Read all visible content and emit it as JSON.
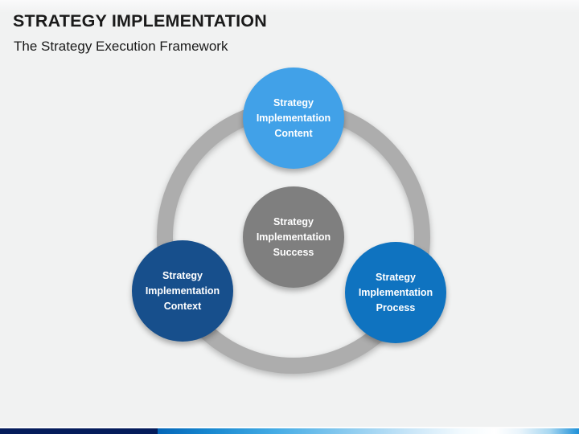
{
  "header": {
    "title": "STRATEGY IMPLEMENTATION",
    "subtitle": "The Strategy Execution Framework"
  },
  "diagram": {
    "center": {
      "lines": [
        "Strategy",
        "Implementation",
        "Success"
      ]
    },
    "nodes": {
      "top": {
        "lines": [
          "Strategy",
          "Implementation",
          "Content"
        ]
      },
      "left": {
        "lines": [
          "Strategy",
          "Implementation",
          "Context"
        ]
      },
      "right": {
        "lines": [
          "Strategy",
          "Implementation",
          "Process"
        ]
      }
    }
  },
  "colors": {
    "bg": "#F1F2F2",
    "title": "#1A1A1A",
    "node-text": "#FFFFFF",
    "node-top": "#41A1E8",
    "node-left": "#174F8C",
    "node-right": "#0F73C0",
    "node-center": "#7F7F7F",
    "ring": "#ADADAD",
    "bar-navy": "#051C5B",
    "bar-blue-start": "#0566B8",
    "bar-sky-end": "#1E90D8"
  }
}
